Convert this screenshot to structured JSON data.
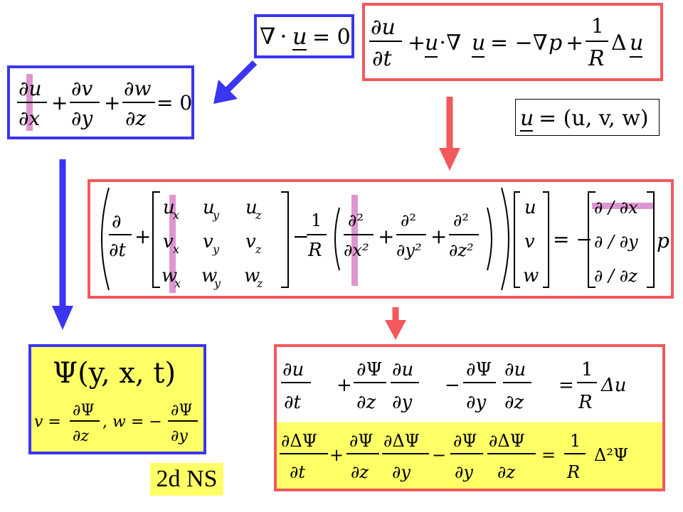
{
  "colors": {
    "blue": "#3a35f0",
    "red": "#f2585c",
    "yellow": "#ffff66",
    "highlight": "#de96d2"
  },
  "eq_div_vector": {
    "nabla": "∇",
    "dot": "⋅",
    "u": "u",
    "rhs": "= 0"
  },
  "eq_ns_vector": {
    "partial_u": "∂u",
    "partial_t": "∂t",
    "plus": "+",
    "u": "u",
    "dotnabla": "⋅∇",
    "u2": "u",
    "eq_minus": "= −∇",
    "p": "p",
    "plus2": "+",
    "one": "1",
    "R": "R",
    "delta": "Δ",
    "u3": "u"
  },
  "eq_velocity_def": {
    "u": "u",
    "rhs": "= (u, v, w)"
  },
  "eq_div_component": {
    "t1_num": "∂u",
    "t1_den": "∂x",
    "t2_num": "∂v",
    "t2_den": "∂y",
    "t3_num": "∂w",
    "t3_den": "∂z",
    "plus": "+",
    "rhs": "= 0"
  },
  "eq_matrix": {
    "d_num": "∂",
    "d_den": "∂t",
    "plus": "+",
    "grad": [
      [
        "u",
        "x",
        "u",
        "y",
        "u",
        "z"
      ],
      [
        "v",
        "x",
        "v",
        "y",
        "v",
        "z"
      ],
      [
        "w",
        "x",
        "w",
        "y",
        "w",
        "z"
      ]
    ],
    "minus": "−",
    "one": "1",
    "R": "R",
    "d2x_num": "∂²",
    "d2x_den": "∂x²",
    "d2y_num": "∂²",
    "d2y_den": "∂y²",
    "d2z_num": "∂²",
    "d2z_den": "∂z²",
    "vec": [
      "u",
      "v",
      "w"
    ],
    "eq_minus": "= −",
    "grad_p": [
      "∂ / ∂x",
      "∂ / ∂y",
      "∂ / ∂z"
    ],
    "p": "p"
  },
  "eq_stream": {
    "psi_def": "Ψ(y, x, t)",
    "v": "v =",
    "num1": "∂Ψ",
    "den1": "∂z",
    "comma": ",",
    "w": "w = −",
    "num2": "∂Ψ",
    "den2": "∂y"
  },
  "eq_result_top": {
    "n1": "∂u",
    "d1": "∂t",
    "plus": "+",
    "n2": "∂Ψ",
    "d2": "∂z",
    "n3": "∂u",
    "d3": "∂y",
    "minus": "−",
    "n4": "∂Ψ",
    "d4": "∂y",
    "n5": "∂u",
    "d5": "∂z",
    "eq": "=",
    "one": "1",
    "R": "R",
    "tail": "Δu"
  },
  "eq_result_bottom": {
    "n1": "∂ΔΨ",
    "d1": "∂t",
    "plus": "+",
    "n2": "∂Ψ",
    "d2": "∂z",
    "n3": "∂ΔΨ",
    "d3": "∂y",
    "minus": "−",
    "n4": "∂Ψ",
    "d4": "∂y",
    "n5": "∂ΔΨ",
    "d5": "∂z",
    "eq": "=",
    "one": "1",
    "R": "R",
    "tail": "Δ²Ψ"
  },
  "label_2d_ns": "2d NS"
}
